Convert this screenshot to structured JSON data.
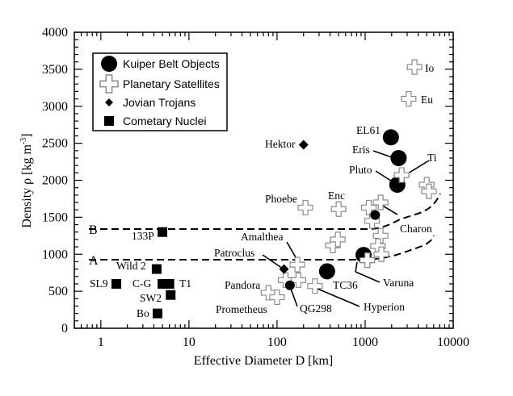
{
  "chart_data": {
    "type": "scatter",
    "title": "",
    "xlabel": "Effective Diameter D [km]",
    "ylabel": "Density ρ [kg m-3]",
    "xscale": "log",
    "xlim": [
      0.5,
      10000
    ],
    "ylim": [
      0,
      4000
    ],
    "x_ticks": [
      "1",
      "10",
      "100",
      "1000",
      "10000"
    ],
    "y_ticks": [
      "0",
      "500",
      "1000",
      "1500",
      "2000",
      "2500",
      "3000",
      "3500",
      "4000"
    ],
    "grid": false,
    "legend_position": "upper left",
    "legend": [
      {
        "label": "Kuiper Belt Objects",
        "marker": "filled-circle"
      },
      {
        "label": "Planetary Satellites",
        "marker": "open-cross"
      },
      {
        "label": "Jovian Trojans",
        "marker": "filled-diamond"
      },
      {
        "label": "Cometary Nuclei",
        "marker": "filled-square"
      }
    ],
    "series": [
      {
        "name": "Kuiper Belt Objects",
        "points": [
          {
            "label": "EL61",
            "x": 1960,
            "y": 2580
          },
          {
            "label": "Eris",
            "x": 2400,
            "y": 2300
          },
          {
            "label": "Pluto",
            "x": 2320,
            "y": 1940
          },
          {
            "label": "Charon",
            "x": 1300,
            "y": 1530
          },
          {
            "label": "Varuna",
            "x": 960,
            "y": 990
          },
          {
            "label": "TC36",
            "x": 370,
            "y": 770
          },
          {
            "label": "QG298",
            "x": 140,
            "y": 580
          }
        ]
      },
      {
        "name": "Planetary Satellites",
        "points": [
          {
            "label": "Io",
            "x": 3640,
            "y": 3530
          },
          {
            "label": "Eu",
            "x": 3120,
            "y": 3100
          },
          {
            "label": "Ti",
            "x": 2600,
            "y": 2070
          },
          {
            "label": "",
            "x": 5000,
            "y": 1940
          },
          {
            "label": "",
            "x": 5300,
            "y": 1850
          },
          {
            "label": "Phoebe",
            "x": 210,
            "y": 1630
          },
          {
            "label": "Enc",
            "x": 500,
            "y": 1610
          },
          {
            "label": "",
            "x": 1100,
            "y": 1630
          },
          {
            "label": "",
            "x": 1500,
            "y": 1700
          },
          {
            "label": "",
            "x": 1200,
            "y": 1450
          },
          {
            "label": "",
            "x": 1500,
            "y": 1250
          },
          {
            "label": "",
            "x": 430,
            "y": 1120
          },
          {
            "label": "",
            "x": 490,
            "y": 1200
          },
          {
            "label": "",
            "x": 1400,
            "y": 1110
          },
          {
            "label": "",
            "x": 1530,
            "y": 1000
          },
          {
            "label": "",
            "x": 1060,
            "y": 920
          },
          {
            "label": "Amalthea",
            "x": 170,
            "y": 860
          },
          {
            "label": "",
            "x": 125,
            "y": 650
          },
          {
            "label": "",
            "x": 175,
            "y": 650
          },
          {
            "label": "Hyperion",
            "x": 270,
            "y": 570
          },
          {
            "label": "Pandora",
            "x": 80,
            "y": 480
          },
          {
            "label": "Prometheus",
            "x": 100,
            "y": 420
          }
        ]
      },
      {
        "name": "Jovian Trojans",
        "points": [
          {
            "label": "Hektor",
            "x": 200,
            "y": 2480
          },
          {
            "label": "Patroclus",
            "x": 120,
            "y": 800
          }
        ]
      },
      {
        "name": "Cometary Nuclei",
        "points": [
          {
            "label": "133P",
            "x": 5.0,
            "y": 1300
          },
          {
            "label": "Wild 2",
            "x": 4.3,
            "y": 800
          },
          {
            "label": "SL9",
            "x": 1.5,
            "y": 600
          },
          {
            "label": "C-G",
            "x": 5.0,
            "y": 600
          },
          {
            "label": "T1",
            "x": 6.0,
            "y": 600
          },
          {
            "label": "SW2",
            "x": 6.2,
            "y": 450
          },
          {
            "label": "Bo",
            "x": 4.4,
            "y": 200
          }
        ]
      }
    ],
    "annotations": [
      {
        "label": "A",
        "type": "dashed-line",
        "y": 930,
        "x_from": 0.7,
        "x_to": 1000
      },
      {
        "label": "B",
        "type": "dashed-line",
        "y": 1340,
        "x_from": 0.7,
        "x_to": 1200
      }
    ]
  },
  "labels": {
    "xlabel": "Effective Diameter D [km]",
    "ylabel_main": "Density ρ [kg m",
    "ylabel_sup": "-3",
    "ylabel_end": "]",
    "line_a": "A",
    "line_b": "B",
    "legend": {
      "kbo": "Kuiper Belt Objects",
      "sat": "Planetary Satellites",
      "trojan": "Jovian Trojans",
      "comet": "Cometary Nuclei"
    }
  }
}
